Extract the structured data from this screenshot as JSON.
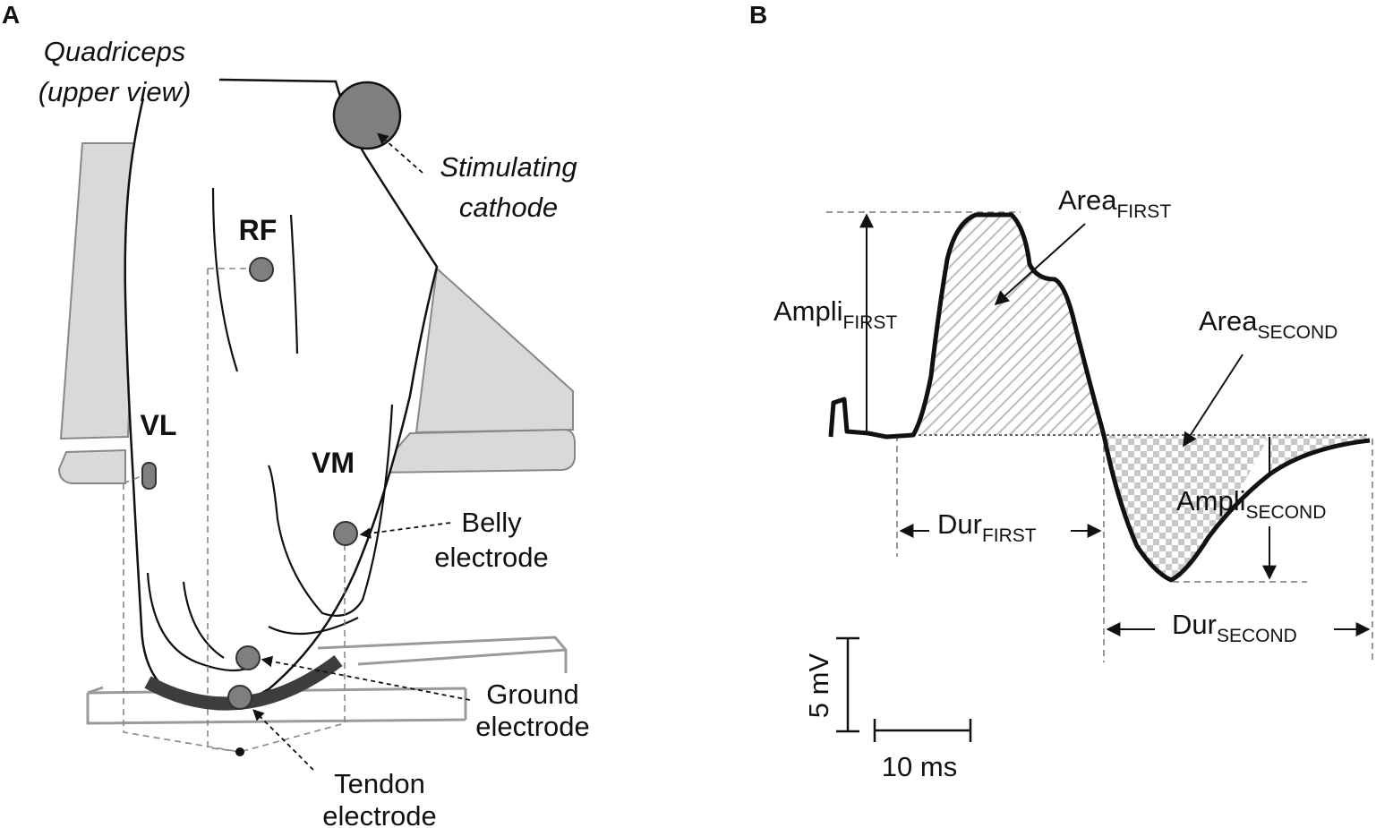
{
  "panel_a": {
    "panel_label": "A",
    "muscle_line1": "Quadriceps",
    "muscle_line2": "(upper view)",
    "stim_line1": "Stimulating",
    "stim_line2": "cathode",
    "rf": "RF",
    "vl": "VL",
    "vm": "VM",
    "belly_line1": "Belly",
    "belly_line2": "electrode",
    "ground_line1": "Ground",
    "ground_line2": "electrode",
    "tendon_line1": "Tendon",
    "tendon_line2": "electrode"
  },
  "panel_b": {
    "panel_label": "B",
    "area_first": "Area",
    "area_first_sub": "FIRST",
    "ampli_first": "Ampli",
    "ampli_first_sub": "FIRST",
    "area_second": "Area",
    "area_second_sub": "SECOND",
    "ampli_second": "Ampli",
    "ampli_second_sub": "SECOND",
    "dur_first": "Dur",
    "dur_first_sub": "FIRST",
    "dur_second": "Dur",
    "dur_second_sub": "SECOND",
    "scale_v": "5 mV",
    "scale_t": "10 ms"
  },
  "colors": {
    "ink": "#111111",
    "electrode": "#7f7f7f",
    "surface_fill": "#d9d9d9",
    "bar_stroke": "#9a9a9a",
    "tendon_band": "#3d3d3d",
    "hatch": "#bcbcbc",
    "checker": "#c8c8c8"
  }
}
